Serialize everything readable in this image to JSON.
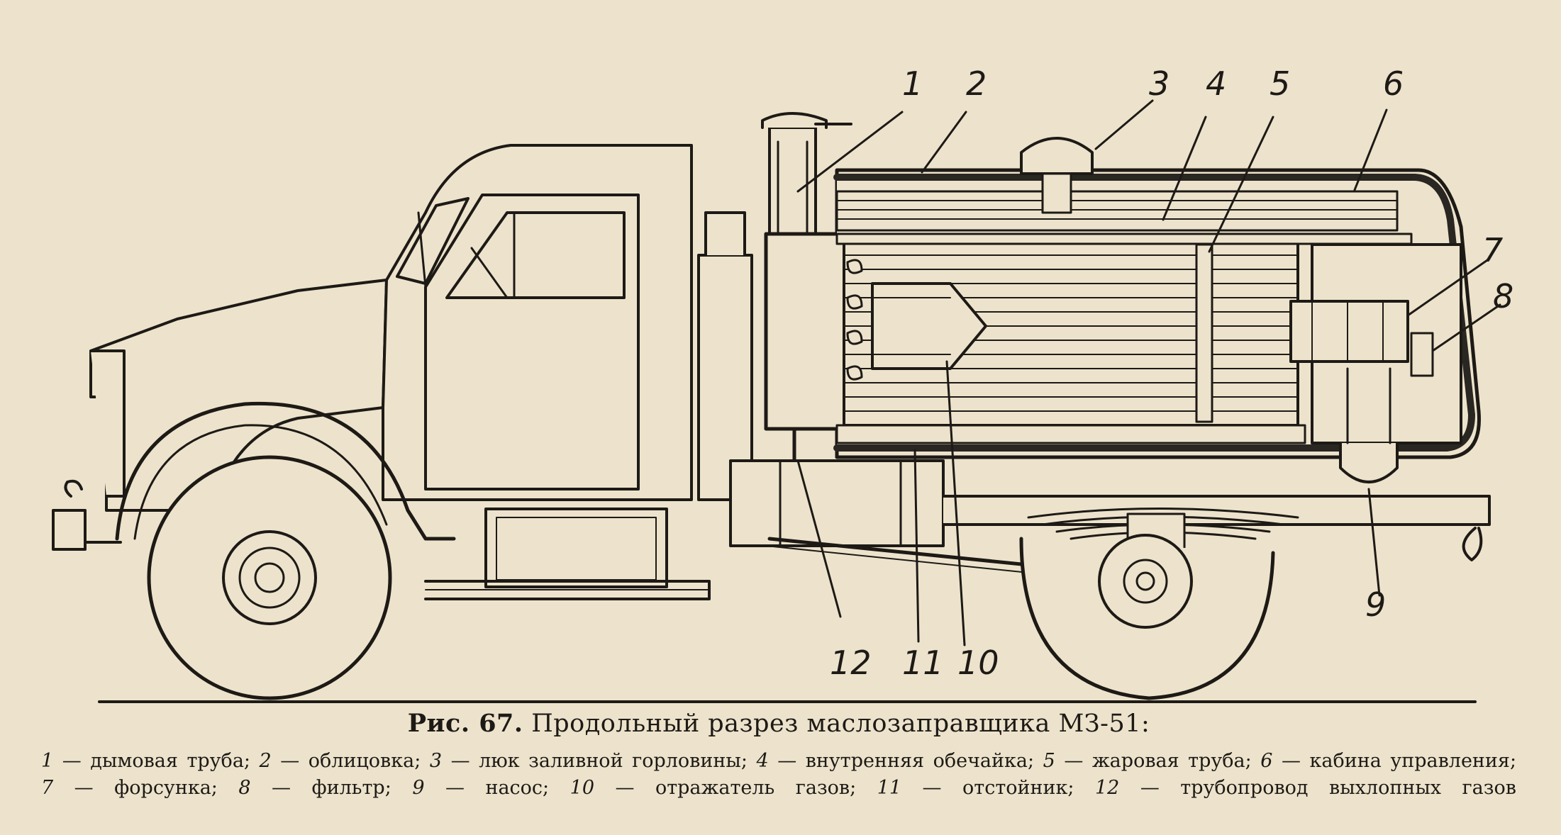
{
  "figure": {
    "callouts": [
      {
        "id": "1",
        "label": "1"
      },
      {
        "id": "2",
        "label": "2"
      },
      {
        "id": "3",
        "label": "3"
      },
      {
        "id": "4",
        "label": "4"
      },
      {
        "id": "5",
        "label": "5"
      },
      {
        "id": "6",
        "label": "6"
      },
      {
        "id": "7",
        "label": "7"
      },
      {
        "id": "8",
        "label": "8"
      },
      {
        "id": "9",
        "label": "9"
      },
      {
        "id": "10",
        "label": "10"
      },
      {
        "id": "11",
        "label": "11"
      },
      {
        "id": "12",
        "label": "12"
      }
    ]
  },
  "caption": {
    "figure_number": "Рис. 67.",
    "title": "Продольный разрез маслозаправщика МЗ-51:",
    "legend": [
      {
        "num": "1",
        "text": "дымовая труба;"
      },
      {
        "num": "2",
        "text": "облицовка;"
      },
      {
        "num": "3",
        "text": "люк заливной горловины;"
      },
      {
        "num": "4",
        "text": "внутренняя обечайка;"
      },
      {
        "num": "5",
        "text": "жаровая труба;"
      },
      {
        "num": "6",
        "text": "кабина управления;"
      },
      {
        "num": "7",
        "text": "форсунка;"
      },
      {
        "num": "8",
        "text": "фильтр;"
      },
      {
        "num": "9",
        "text": "насос;"
      },
      {
        "num": "10",
        "text": "отражатель газов;"
      },
      {
        "num": "11",
        "text": "отстойник;"
      },
      {
        "num": "12",
        "text": "трубопровод выхлопных газов"
      }
    ]
  }
}
